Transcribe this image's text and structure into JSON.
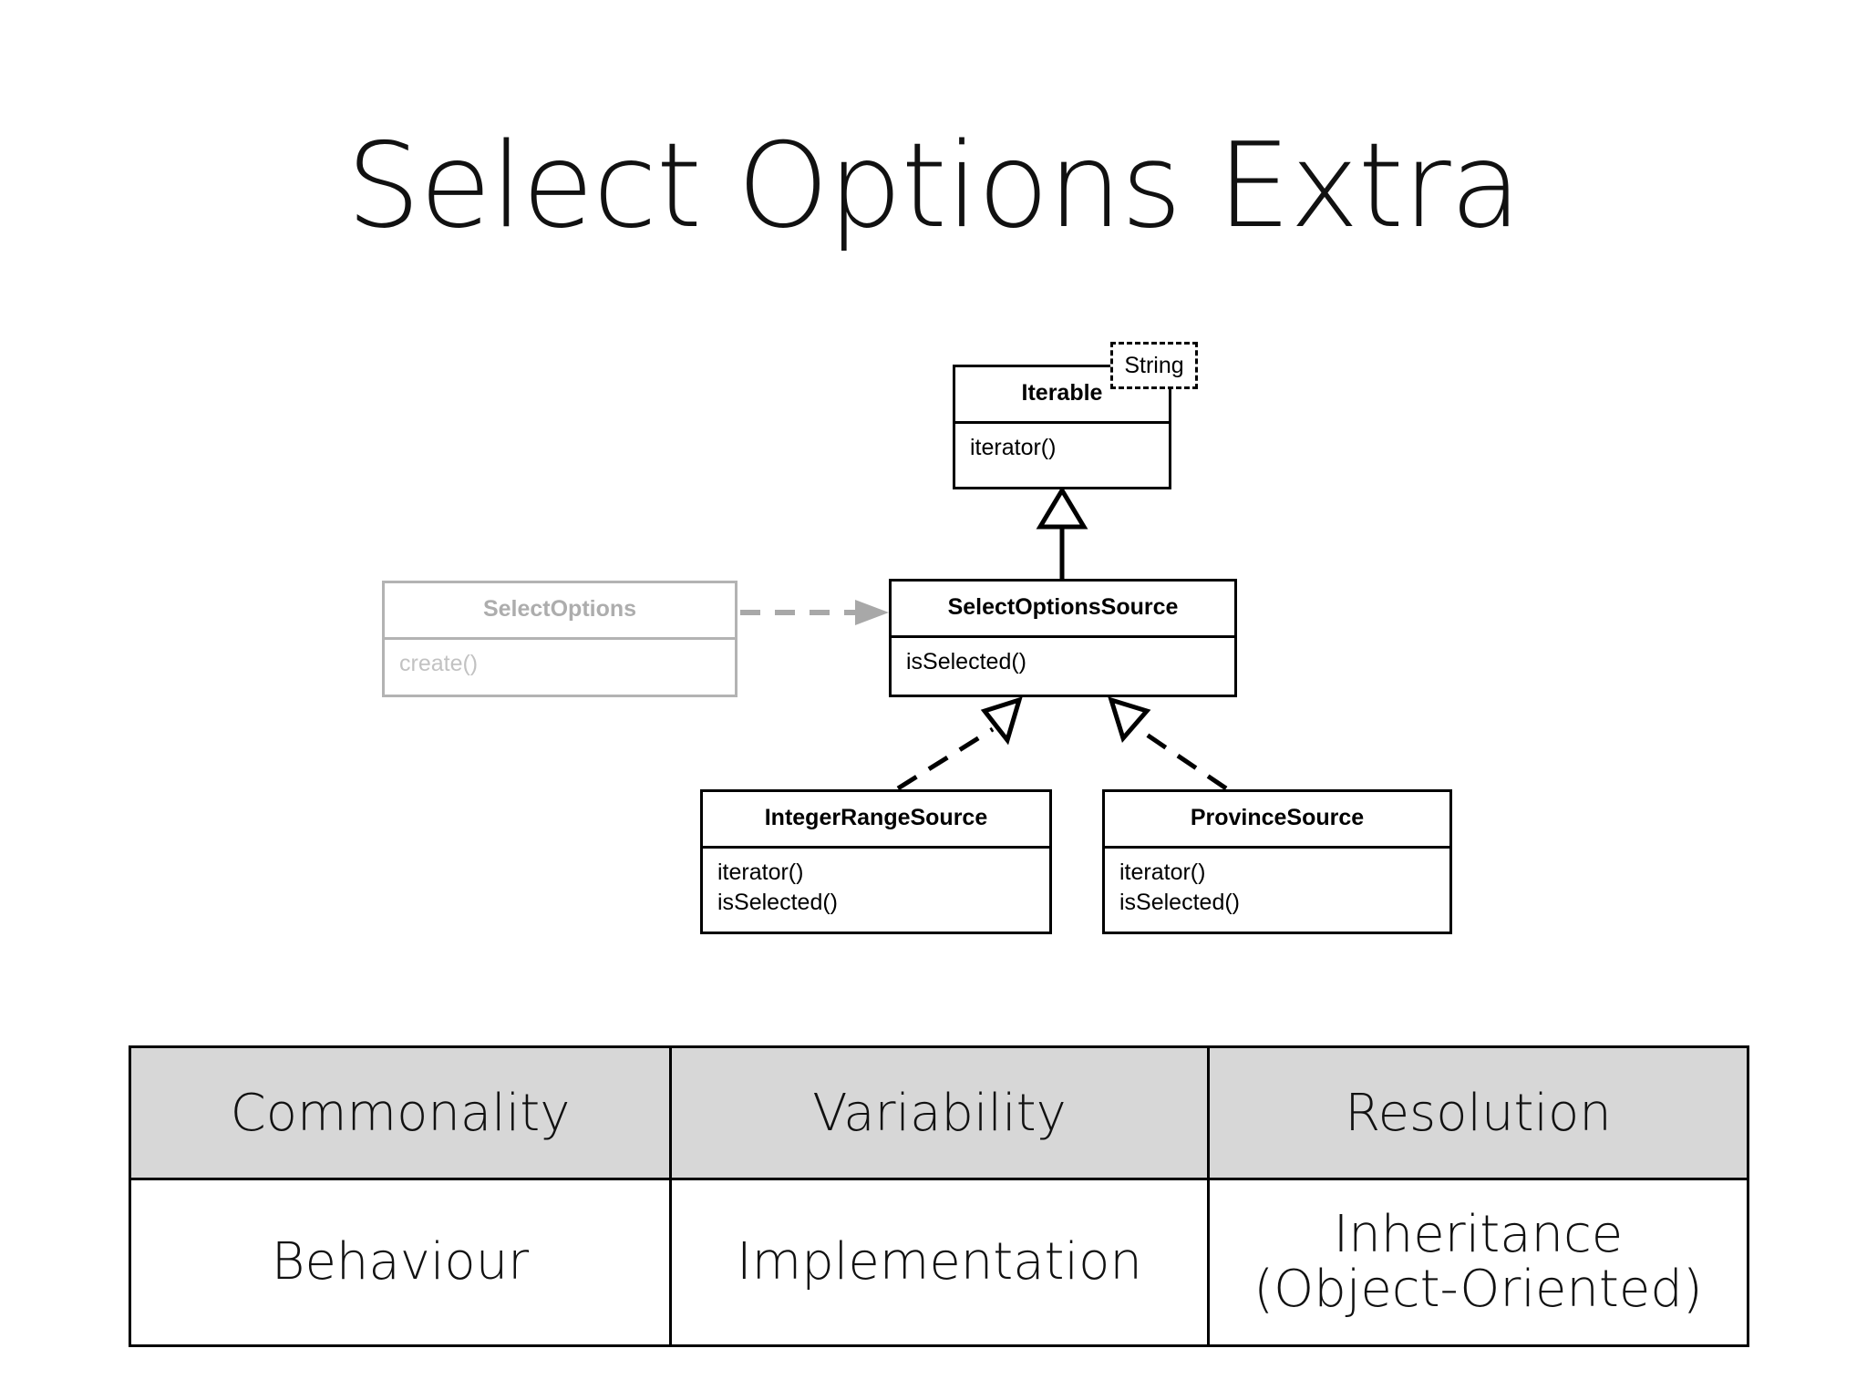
{
  "slide": {
    "title": "Select Options Extra"
  },
  "diagram": {
    "type": "uml-class-diagram",
    "classes": [
      {
        "id": "iterable",
        "name": "Iterable",
        "operations": "iterator()",
        "template_parameter": "String",
        "faded": false
      },
      {
        "id": "select-options",
        "name": "SelectOptions",
        "operations": "create()",
        "faded": true
      },
      {
        "id": "select-options-source",
        "name": "SelectOptionsSource",
        "operations": "isSelected()",
        "faded": false
      },
      {
        "id": "integer-range-source",
        "name": "IntegerRangeSource",
        "operations": "iterator()\nisSelected()",
        "faded": false
      },
      {
        "id": "province-source",
        "name": "ProvinceSource",
        "operations": "iterator()\nisSelected()",
        "faded": false
      }
    ],
    "relationships": [
      {
        "kind": "generalization",
        "from": "select-options-source",
        "to": "iterable",
        "style": "solid-hollow-triangle"
      },
      {
        "kind": "dependency",
        "from": "select-options",
        "to": "select-options-source",
        "style": "dashed-open-arrow",
        "color": "#a8a8a8"
      },
      {
        "kind": "realization",
        "from": "integer-range-source",
        "to": "select-options-source",
        "style": "dashed-hollow-triangle"
      },
      {
        "kind": "realization",
        "from": "province-source",
        "to": "select-options-source",
        "style": "dashed-hollow-triangle"
      }
    ]
  },
  "cva_table": {
    "headers": [
      "Commonality",
      "Variability",
      "Resolution"
    ],
    "rows": [
      [
        "Behaviour",
        "Implementation",
        "Inheritance\n(Object-Oriented)"
      ]
    ],
    "header_background": "#d7d7d7"
  }
}
